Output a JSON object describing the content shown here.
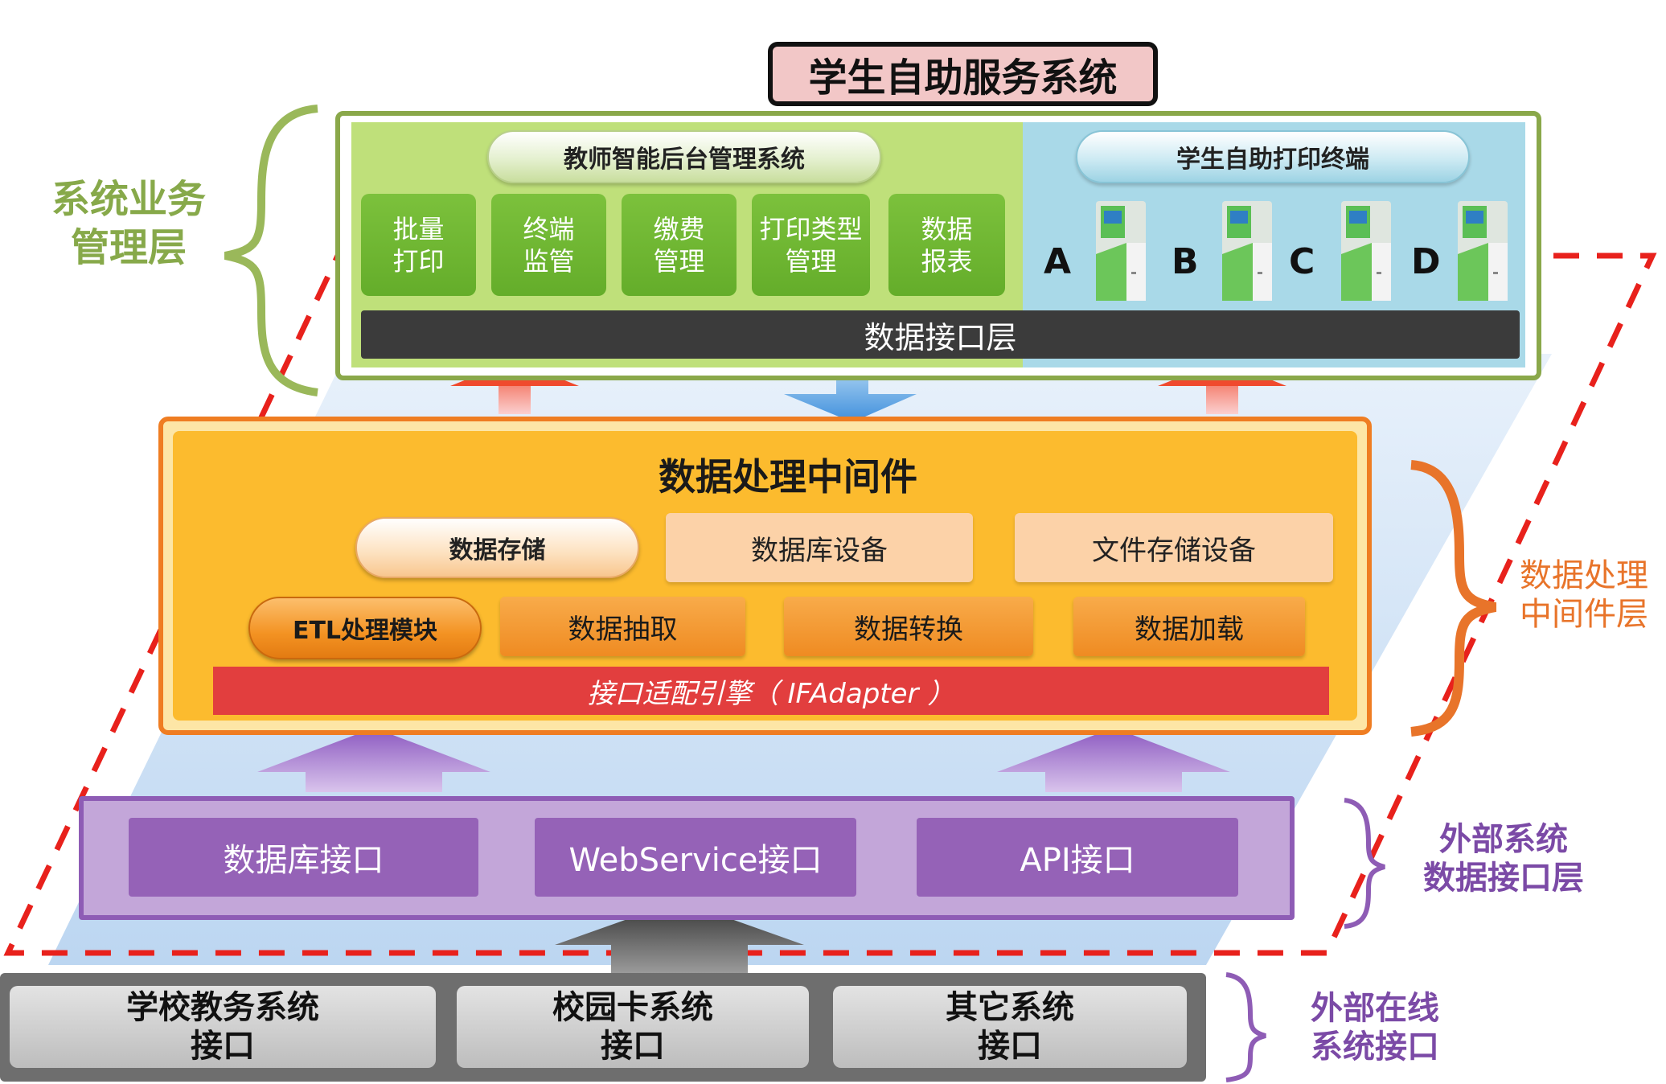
{
  "title": "学生自助服务系统",
  "top_layer": {
    "side_label_line1": "系统业务",
    "side_label_line2": "管理层",
    "teacher_system": "教师智能后台管理系统",
    "student_terminal": "学生自助打印终端",
    "functions": [
      {
        "line1": "批量",
        "line2": "打印"
      },
      {
        "line1": "终端",
        "line2": "监管"
      },
      {
        "line1": "缴费",
        "line2": "管理"
      },
      {
        "line1": "打印类型",
        "line2": "管理"
      },
      {
        "line1": "数据",
        "line2": "报表"
      }
    ],
    "kiosks": [
      "A",
      "B",
      "C",
      "D"
    ],
    "data_interface_layer": "数据接口层"
  },
  "middle_layer": {
    "title": "数据处理中间件",
    "side_label_line1": "数据处理",
    "side_label_line2": "中间件层",
    "storage": "数据存储",
    "database_device": "数据库设备",
    "file_storage_device": "文件存储设备",
    "etl_module": "ETL处理模块",
    "extract": "数据抽取",
    "transform": "数据转换",
    "load": "数据加载",
    "adapter": "接口适配引擎（ IFAdapter ）"
  },
  "external_interface_layer": {
    "side_label_line1": "外部系统",
    "side_label_line2": "数据接口层",
    "items": [
      "数据库接口",
      "WebService接口",
      "API接口"
    ]
  },
  "online_system_layer": {
    "side_label_line1": "外部在线",
    "side_label_line2": "系统接口",
    "items": [
      {
        "line1": "学校教务系统",
        "line2": "接口"
      },
      {
        "line1": "校园卡系统",
        "line2": "接口"
      },
      {
        "line1": "其它系统",
        "line2": "接口"
      }
    ]
  },
  "colors": {
    "top_border": "#8aa84a",
    "top_green": "#bfe07a",
    "top_blue": "#a9d9e8",
    "function_green": "#6cb32f",
    "data_bar": "#3b3b3b",
    "middle_border": "#ef7d22",
    "middle_fill": "#fcbb2e",
    "adapter_red": "#e23e3e",
    "purple_border": "#8e5cb5",
    "purple_fill": "#c3a6d9",
    "purple_box": "#9562b7",
    "grey_box": "#cfcfcf",
    "dashed_red": "#e8211c"
  }
}
